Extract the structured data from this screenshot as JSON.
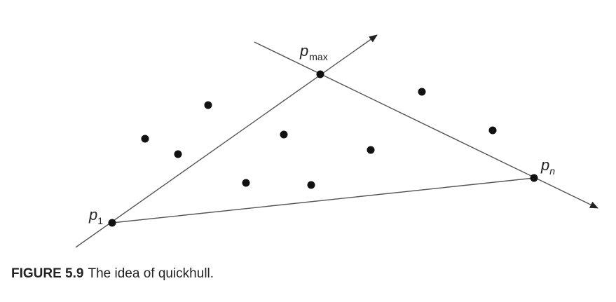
{
  "labels": {
    "p1": {
      "base": "p",
      "sub": "1"
    },
    "pmax": {
      "base": "p",
      "sub": "max"
    },
    "pn": {
      "base": "p",
      "sub": "n"
    }
  },
  "caption": {
    "figure_number": "FIGURE 5.9",
    "text": "The idea of quickhull."
  },
  "colors": {
    "line": "#555555",
    "point": "#111111"
  }
}
